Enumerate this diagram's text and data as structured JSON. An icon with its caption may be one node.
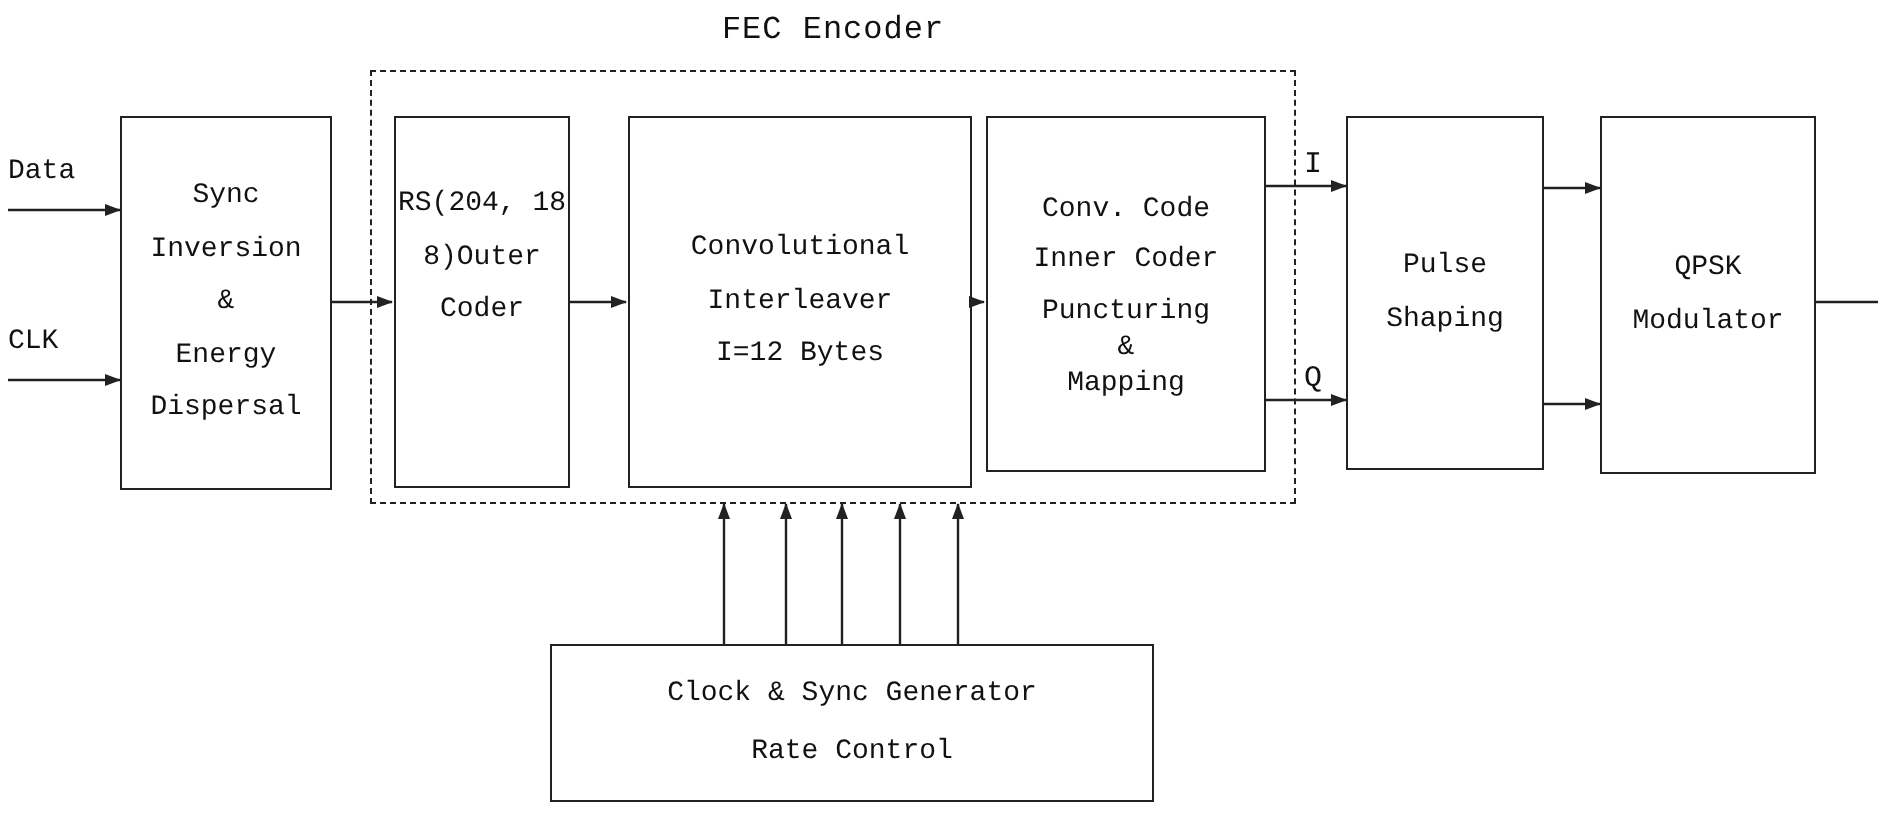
{
  "diagram": {
    "nodes": [
      {
        "text": [
          "Data"
        ]
      },
      {
        "text": [
          "CLK"
        ]
      },
      {
        "text": [
          "Sync Inversion & Energy Dispersal"
        ]
      },
      {
        "text": [
          "FEC Encoder"
        ]
      },
      {
        "text": [
          "RS(204, 18 8)Outer Coder"
        ],
        "in": 3
      },
      {
        "text": [
          "Convolutional Interleaver I=12 Bytes"
        ],
        "in": 3
      },
      {
        "text": [
          "Conv. Code Inner Coder",
          "Puncturing & Mapping"
        ],
        "in": 3
      },
      {
        "text": [
          "Pulse Shaping"
        ]
      },
      {
        "text": [
          "QPSK Modulator"
        ]
      },
      {
        "text": [
          "Clock & Sync Generator",
          "Rate Control"
        ]
      }
    ],
    "edges": [
      {
        "from": 0,
        "to": 2,
        "arrow": "to"
      },
      {
        "from": 1,
        "to": 2,
        "arrow": "to"
      },
      {
        "from": 2,
        "to": 4,
        "arrow": "to"
      },
      {
        "from": 4,
        "to": 5,
        "arrow": "to"
      },
      {
        "from": 5,
        "to": 6,
        "arrow": "to"
      },
      {
        "from": 6,
        "to": 7,
        "arrow": "to",
        "label": "I"
      },
      {
        "from": 6,
        "to": 7,
        "arrow": "to",
        "label": "Q"
      },
      {
        "from": 7,
        "to": 8,
        "arrow": "to"
      },
      {
        "from": 7,
        "to": 8,
        "arrow": "to"
      },
      {
        "from": 8,
        "to": null,
        "arrow": "none"
      },
      {
        "from": 9,
        "to": 3,
        "arrow": "to"
      },
      {
        "from": 9,
        "to": 3,
        "arrow": "to"
      },
      {
        "from": 9,
        "to": 3,
        "arrow": "to"
      },
      {
        "from": 9,
        "to": 3,
        "arrow": "to"
      },
      {
        "from": 9,
        "to": 3,
        "arrow": "to"
      }
    ]
  }
}
